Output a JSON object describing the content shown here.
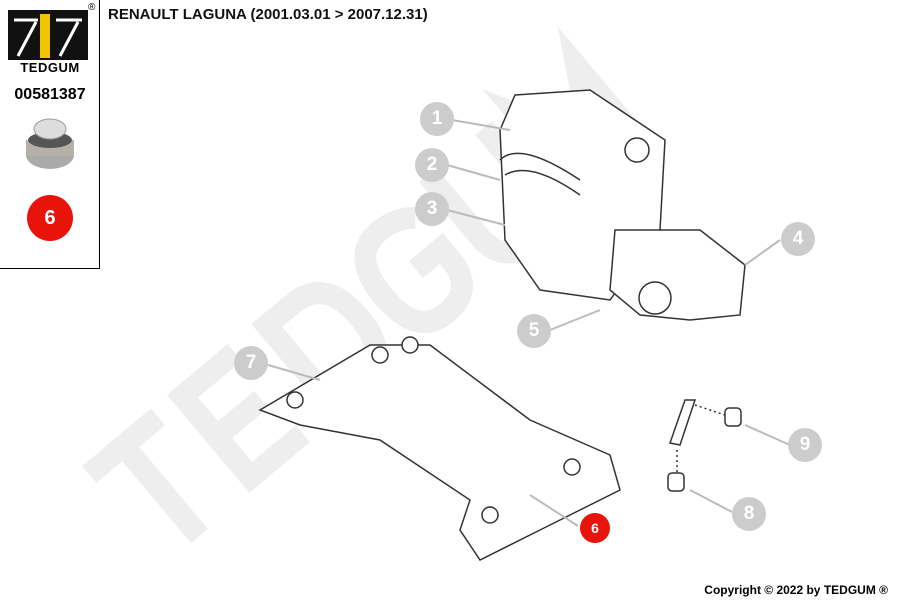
{
  "header": {
    "title": "RENAULT LAGUNA (2001.03.01 > 2007.12.31)"
  },
  "sidebar": {
    "brand": "TEDGUM",
    "registered": "®",
    "part_number": "00581387",
    "highlighted_callout": "6"
  },
  "watermark": "TEDGUM",
  "callouts": [
    "1",
    "2",
    "3",
    "4",
    "5",
    "6",
    "7",
    "8",
    "9"
  ],
  "footer": {
    "copyright": "Copyright © 2022 by TEDGUM ®"
  },
  "colors": {
    "highlight": "#e8140c",
    "callout": "#cccccc"
  }
}
